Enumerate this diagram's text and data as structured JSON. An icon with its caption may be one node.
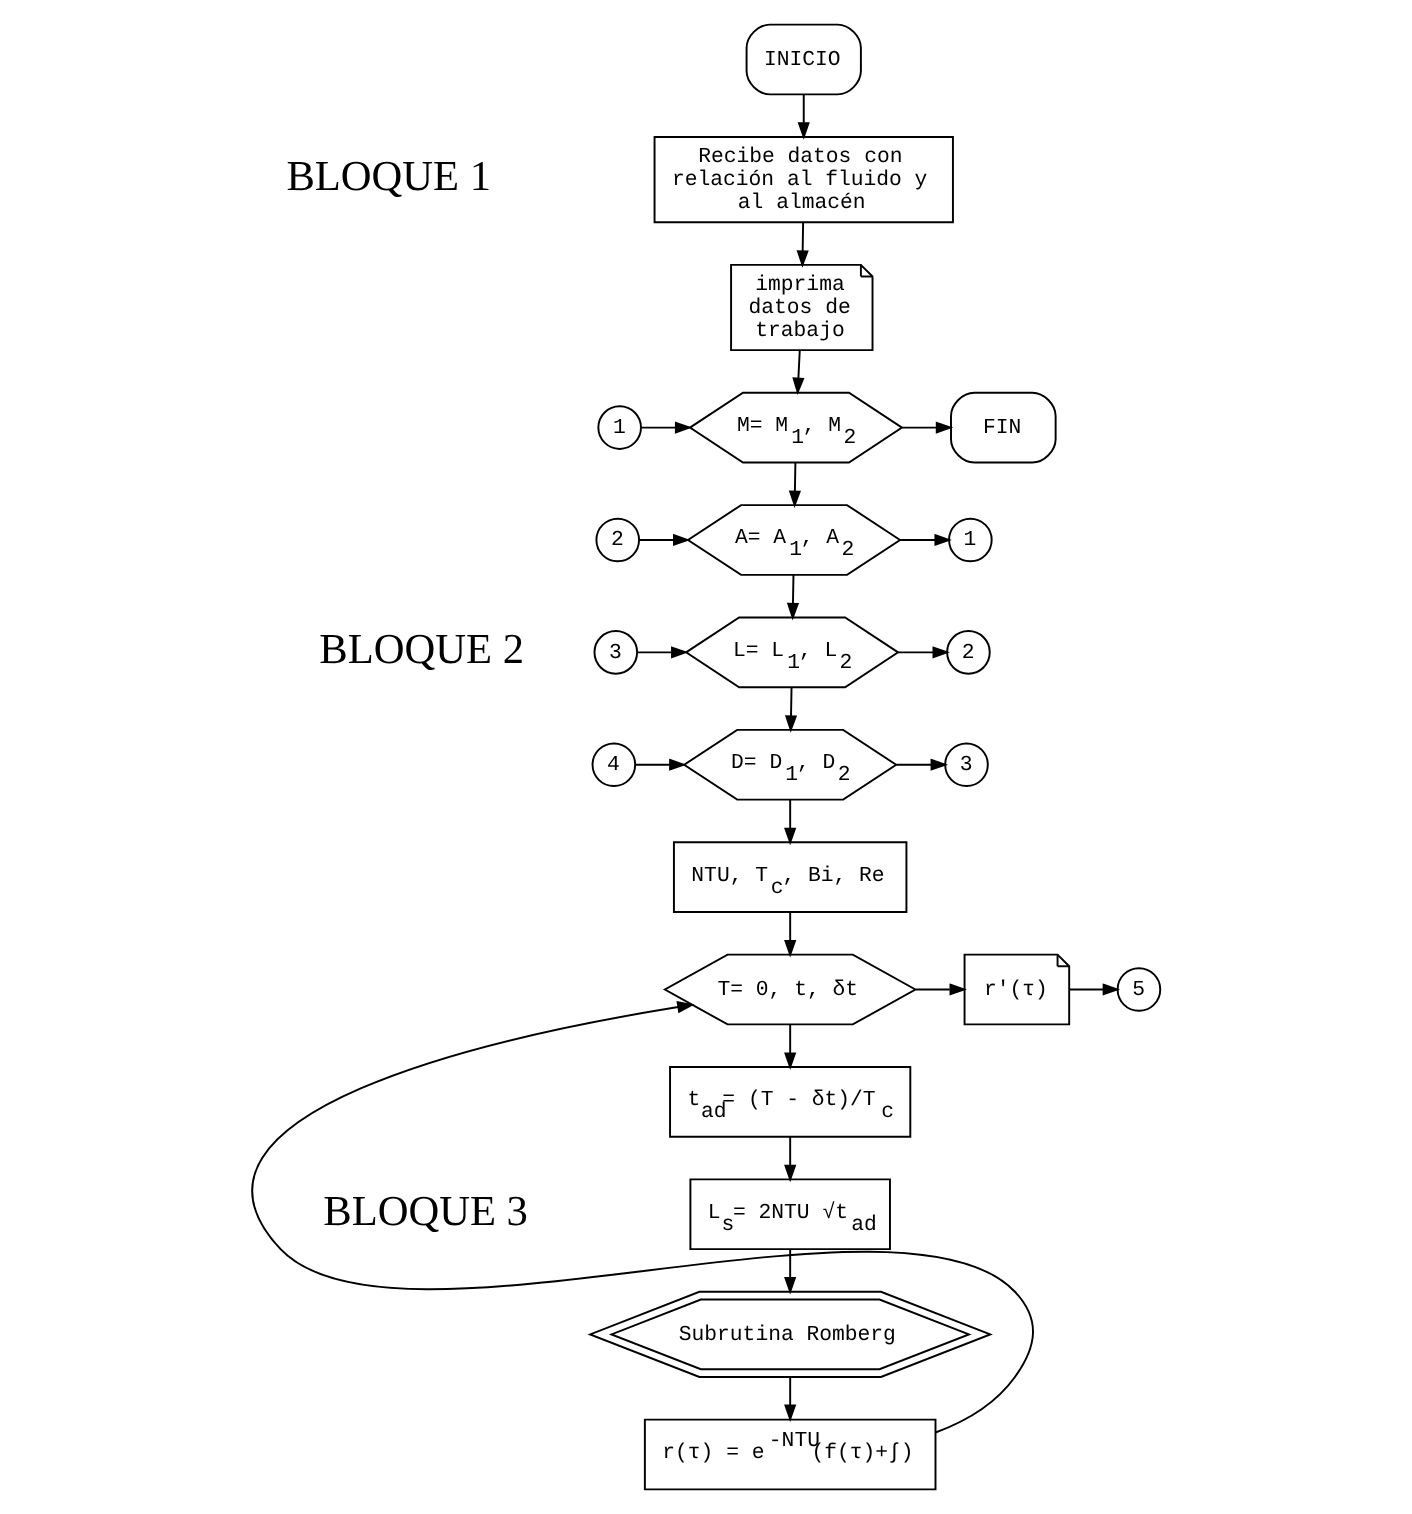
{
  "diagram": {
    "nodes": [
      {
        "text": [
          "INICIO"
        ]
      },
      {
        "text": [
          "Recibe datos con relación al fluido y al almacén"
        ]
      },
      {
        "text": [
          "imprima datos de trabajo"
        ]
      },
      {
        "text": [
          "1"
        ]
      },
      {
        "text": [
          "M= M$_{1}$, M$_{2}$"
        ]
      },
      {
        "text": [
          "FIN"
        ]
      },
      {
        "text": [
          "2"
        ]
      },
      {
        "text": [
          "A= A$_{1}$, A$_{2}$"
        ]
      },
      {
        "text": [
          "1"
        ]
      },
      {
        "text": [
          "3"
        ]
      },
      {
        "text": [
          "L= L$_{1}$, L$_{2}$"
        ]
      },
      {
        "text": [
          "2"
        ]
      },
      {
        "text": [
          "4"
        ]
      },
      {
        "text": [
          "D= D$_{1}$, D$_{2}$"
        ]
      },
      {
        "text": [
          "3"
        ]
      },
      {
        "text": [
          "NTU, T$_{c}$, Bi, Re"
        ]
      },
      {
        "text": [
          "T= 0, t, δt"
        ]
      },
      {
        "text": [
          "r'(τ)"
        ]
      },
      {
        "text": [
          "5"
        ]
      },
      {
        "text": [
          "t$_{ad}$= (T - δt)/T$_{c}$"
        ]
      },
      {
        "text": [
          "L$_{s}$= 2NTU √t$_{ad}$"
        ]
      },
      {
        "text": [
          "Subrutina Romberg"
        ]
      },
      {
        "text": [
          "r(τ) = e$^{-NTU}$(f(τ)+∫)"
        ]
      }
    ],
    "edges": [
      {
        "from": 0,
        "to": 1,
        "arrow": "to"
      },
      {
        "from": 1,
        "to": 2,
        "arrow": "to"
      },
      {
        "from": 2,
        "to": 4,
        "arrow": "to"
      },
      {
        "from": 3,
        "to": 4,
        "arrow": "to"
      },
      {
        "from": 4,
        "to": 5,
        "arrow": "to"
      },
      {
        "from": 4,
        "to": 7,
        "arrow": "to"
      },
      {
        "from": 6,
        "to": 7,
        "arrow": "to"
      },
      {
        "from": 7,
        "to": 8,
        "arrow": "to"
      },
      {
        "from": 7,
        "to": 10,
        "arrow": "to"
      },
      {
        "from": 9,
        "to": 10,
        "arrow": "to"
      },
      {
        "from": 10,
        "to": 11,
        "arrow": "to"
      },
      {
        "from": 10,
        "to": 13,
        "arrow": "to"
      },
      {
        "from": 12,
        "to": 13,
        "arrow": "to"
      },
      {
        "from": 13,
        "to": 14,
        "arrow": "to"
      },
      {
        "from": 13,
        "to": 15,
        "arrow": "to"
      },
      {
        "from": 15,
        "to": 16,
        "arrow": "to"
      },
      {
        "from": 16,
        "to": 17,
        "arrow": "to"
      },
      {
        "from": 17,
        "to": 18,
        "arrow": "to"
      },
      {
        "from": 16,
        "to": 19,
        "arrow": "to"
      },
      {
        "from": 19,
        "to": 20,
        "arrow": "to"
      },
      {
        "from": 20,
        "to": 21,
        "arrow": "to"
      },
      {
        "from": 21,
        "to": 22,
        "arrow": "to"
      },
      {
        "from": 22,
        "to": 16,
        "arrow": "to"
      }
    ],
    "labels": [
      "BLOQUE 1",
      "BLOQUE 2",
      "BLOQUE 3"
    ]
  }
}
